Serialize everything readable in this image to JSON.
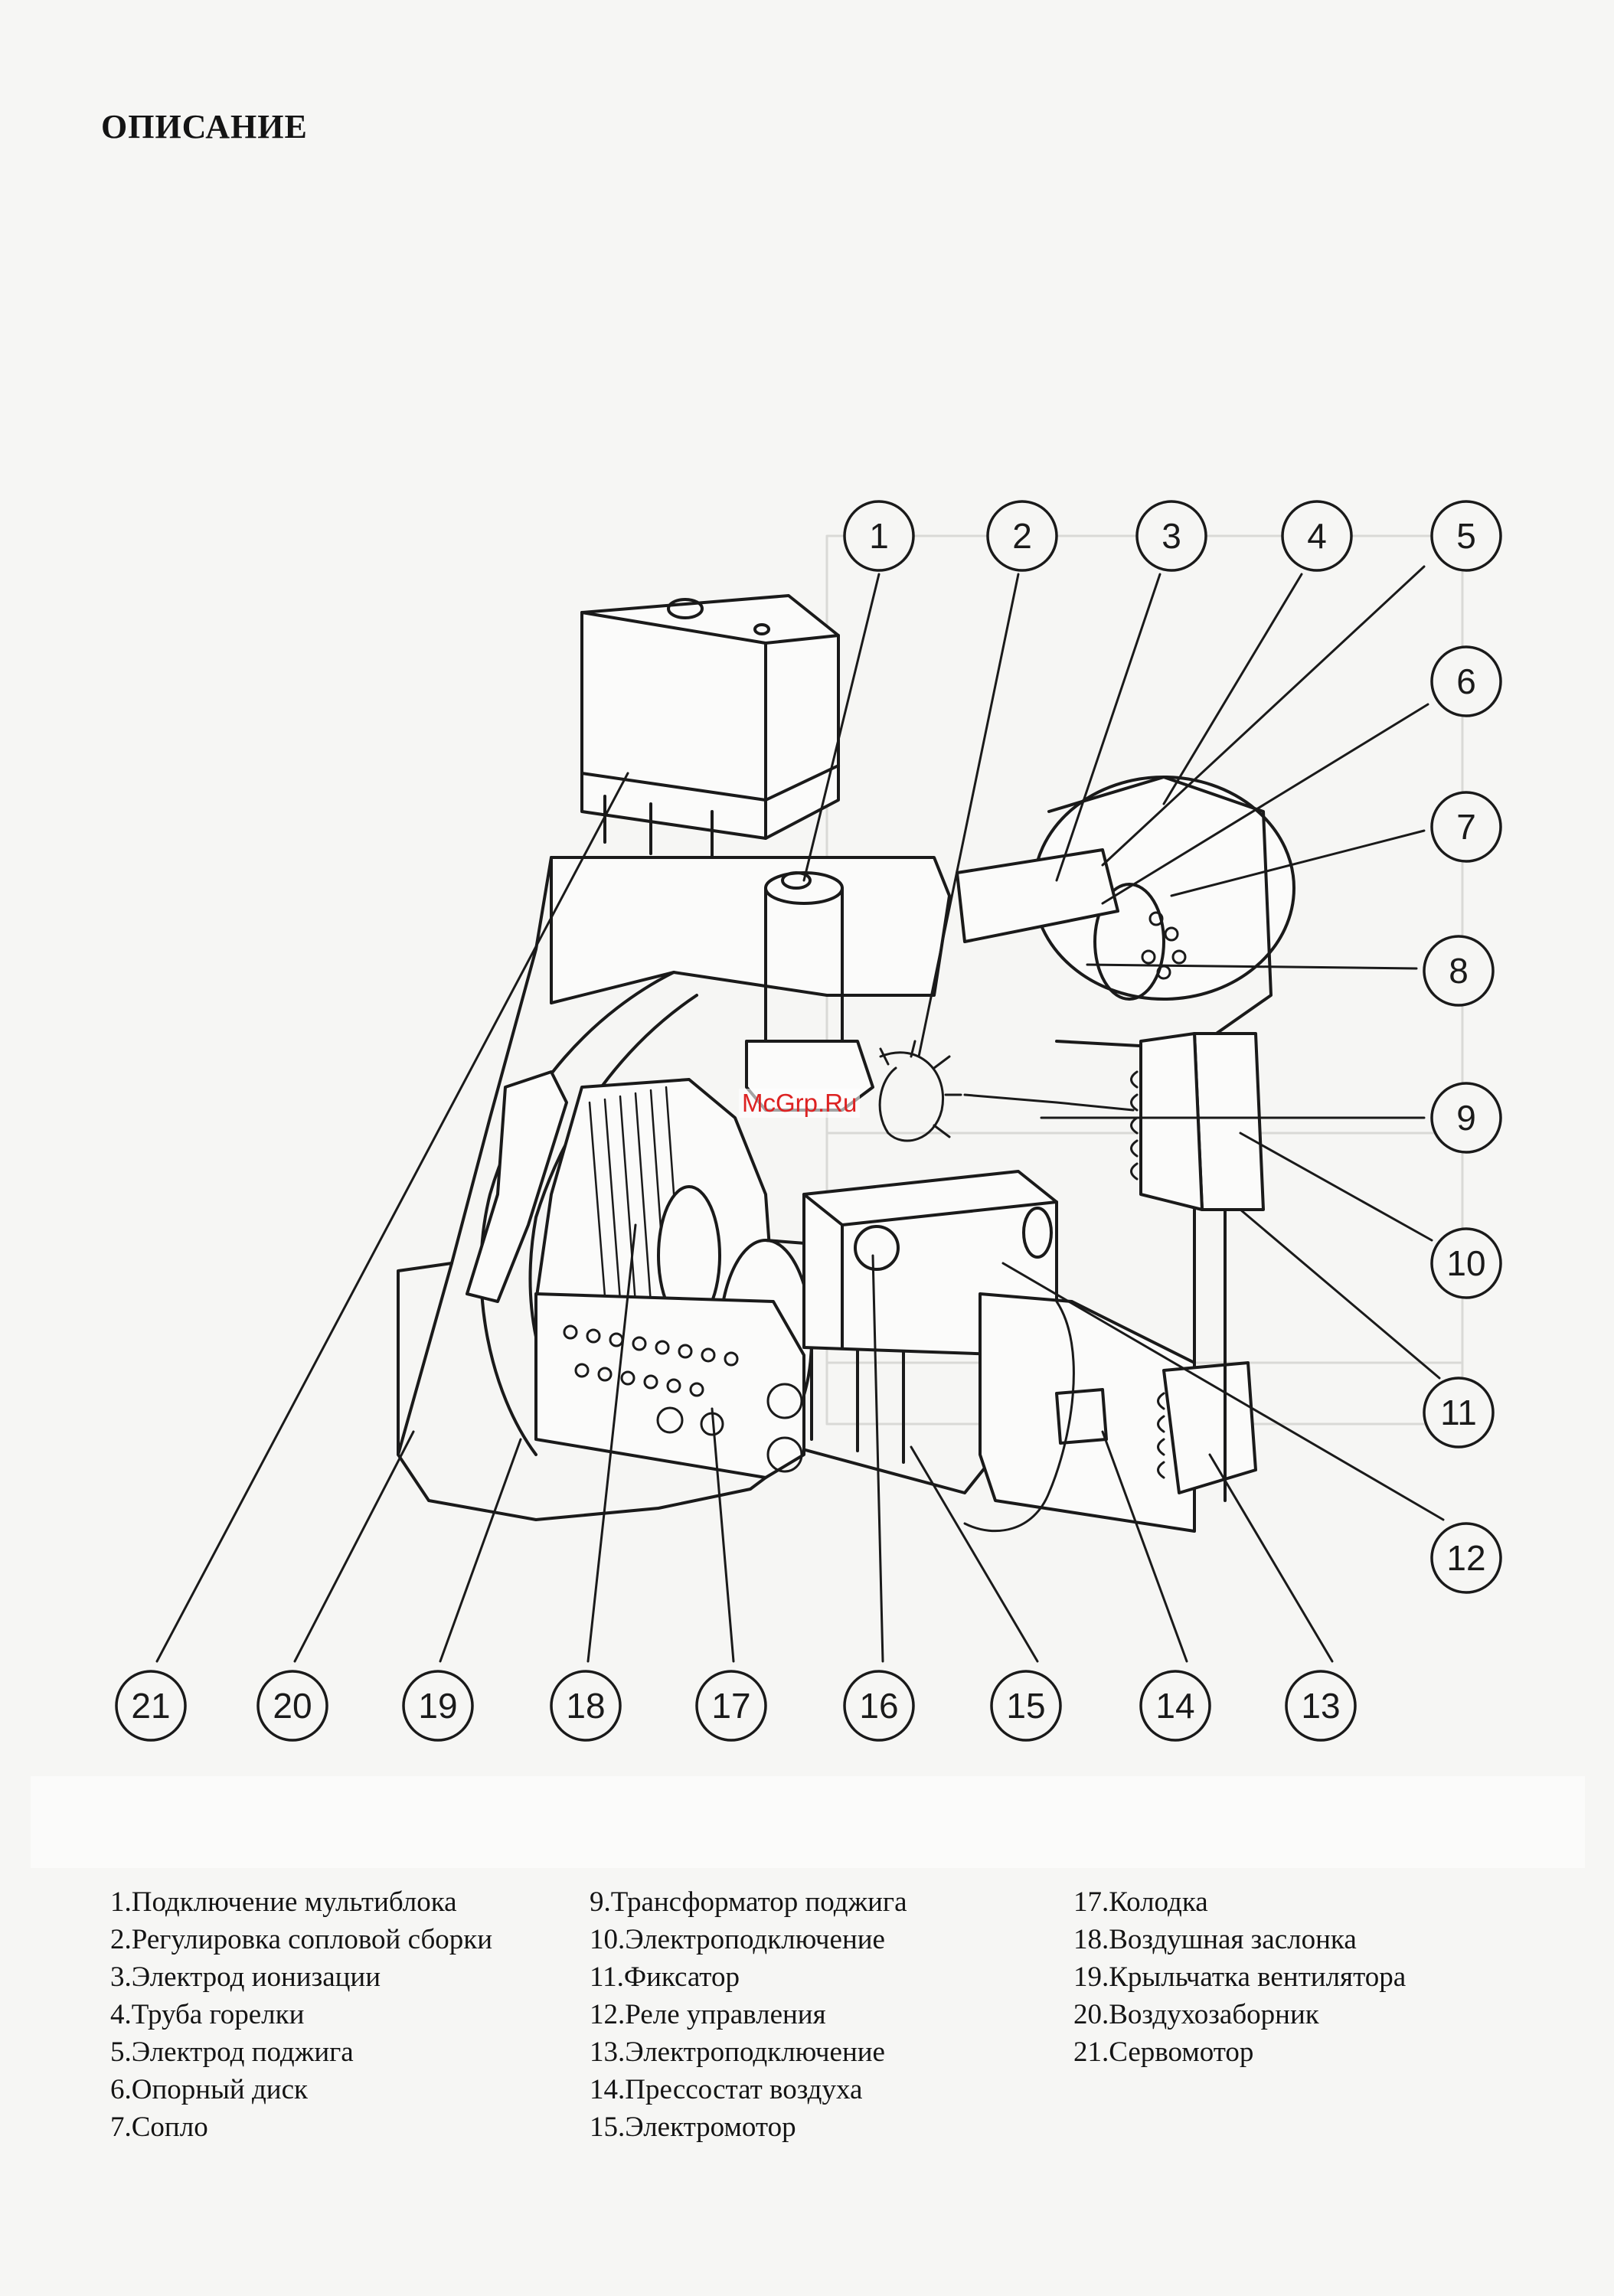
{
  "page": {
    "title": "ОПИСАНИЕ",
    "watermark": "McGrp.Ru"
  },
  "callouts": [
    "1",
    "2",
    "3",
    "4",
    "5",
    "6",
    "7",
    "8",
    "9",
    "10",
    "11",
    "12",
    "13",
    "14",
    "15",
    "16",
    "17",
    "18",
    "19",
    "20",
    "21"
  ],
  "legend": {
    "col1": [
      "1.Подключение мультиблока",
      "2.Регулировка сопловой сборки",
      "3.Электрод ионизации",
      "4.Труба горелки",
      "5.Электрод поджига",
      "6.Опорный диск",
      "7.Сопло"
    ],
    "col2": [
      "9.Трансформатор поджига",
      "10.Электроподключение",
      "11.Фиксатор",
      "12.Реле управления",
      "13.Электроподключение",
      "14.Прессостат воздуха",
      "15.Электромотор"
    ],
    "col3": [
      "17.Колодка",
      "18.Воздушная заслонка",
      "19.Крыльчатка вентилятора",
      "20.Воздухозаборник",
      "21.Сервомотор"
    ]
  }
}
